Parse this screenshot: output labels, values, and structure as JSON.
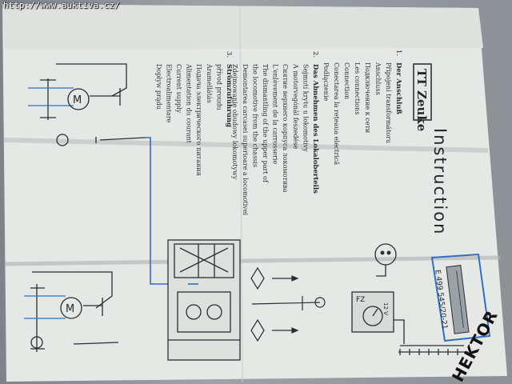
{
  "watermark": "http://www.auktiva.cz/",
  "stamp": "HEKTOR",
  "brand": "TT Zeuke",
  "title": "Instruction",
  "sections": [
    {
      "number": "1.",
      "heading": "Der Anschluß",
      "lines": [
        "Připojení transformátoru",
        "Anschluss",
        "Подключение к сети",
        "Les connections",
        "Connection",
        "Conectarea la rețeaua electrică",
        "Podłączenie"
      ]
    },
    {
      "number": "2.",
      "heading": "Das Abnehmen des Lokaloberteils",
      "lines": [
        "Sejmutí krytu u lokomotivy",
        "A motorvegónál feszedése",
        "Снятие верхнего корпуса локомотива",
        "L'enlèvement de la carrosserie",
        "The dismantling of the upper part of",
        "the locomotive from the chassis",
        "Demontarea carcasei superioare a locomotivei",
        "Zdejmowanie obudowy lokomotywy"
      ]
    },
    {
      "number": "3.",
      "heading": "Stromzuführung",
      "lines": [
        "přívod proudu",
        "Áramellátás",
        "Подача электрического питания",
        "Alimentation du courant",
        "Current supply",
        "Electroalimentare",
        "Dopływ prądu"
      ]
    }
  ],
  "model_label": "E 499 545/20-21",
  "controller_label": "FZ",
  "voltage_label": "12 V",
  "colors": {
    "paper": "#e4e6e3",
    "ink": "#23272c",
    "blue_wire": "#2f6fc4",
    "fold": "#b9bdbd"
  }
}
